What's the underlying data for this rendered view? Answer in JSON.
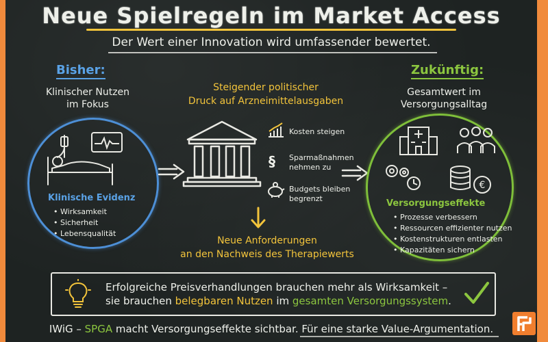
{
  "title": "Neue Spielregeln im Market Access",
  "subtitle": "Der Wert einer Innovation wird umfassender bewertet.",
  "left": {
    "heading": "Bisher:",
    "subheading": [
      "Klinischer Nutzen",
      "im Fokus"
    ],
    "evidence_title": "Klinische Evidenz",
    "items": [
      "Wirksamkeit",
      "Sicherheit",
      "Lebensqualität"
    ]
  },
  "middle": {
    "heading": [
      "Steigender politischer",
      "Druck auf Arzneimittelausgaben"
    ],
    "factors": [
      {
        "icon": "rising-chart-icon",
        "label": [
          "Kosten steigen"
        ]
      },
      {
        "icon": "paragraph-icon",
        "label": [
          "Sparmaßnahmen",
          "nehmen zu"
        ]
      },
      {
        "icon": "piggy-bank-icon",
        "label": [
          "Budgets bleiben",
          "begrenzt"
        ]
      }
    ],
    "requirement": [
      "Neue Anforderungen",
      "an den Nachweis des Therapiewerts"
    ]
  },
  "right": {
    "heading": "Zukünftig:",
    "subheading": [
      "Gesamtwert im",
      "Versorgungsalltag"
    ],
    "effects_title": "Versorgungseffekte",
    "items": [
      "Prozesse verbessern",
      "Ressourcen effizienter nutzen",
      "Kostenstrukturen entlasten",
      "Kapazitäten sichern"
    ]
  },
  "conclusion": {
    "line1": "Erfolgreiche Preisverhandlungen brauchen mehr als Wirksamkeit –",
    "line2_pre": "sie brauchen ",
    "line2_highlight1": "belegbaren Nutzen",
    "line2_mid": " im ",
    "line2_highlight2": "gesamten Versorgungssystem",
    "line2_post": "."
  },
  "footer": {
    "pre": "IWiG – ",
    "highlight": "SPGA",
    "post": " macht Versorgungseffekte sichtbar.  Für eine starke Value-Argumentation."
  },
  "colors": {
    "accent_yellow": "#f3c43b",
    "accent_blue": "#5aa2e6",
    "accent_green": "#8cc63f",
    "board": "#1e2322",
    "frame": "#f08a3c"
  }
}
